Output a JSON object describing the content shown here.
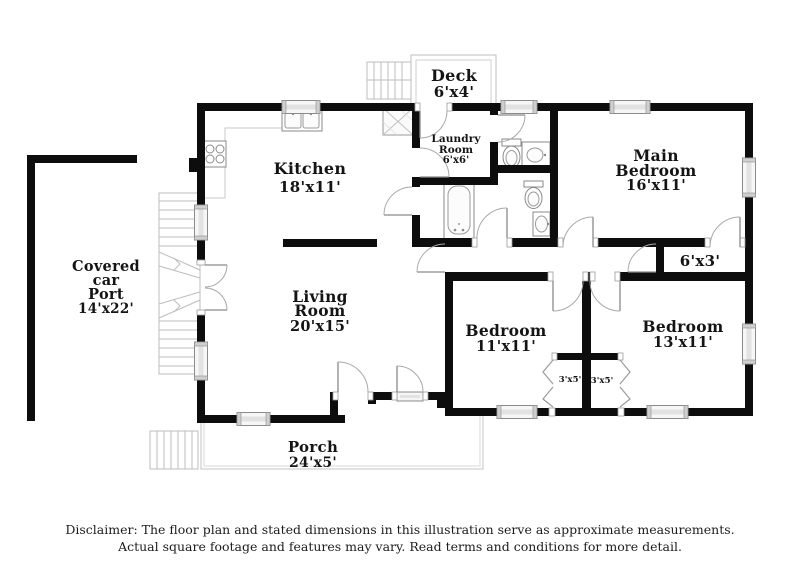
{
  "colors": {
    "background": "#ffffff",
    "wall": "#0d0d0d",
    "fixture_line": "#8a8a8a",
    "outline_gray": "#bdbdbd",
    "text": "#141414"
  },
  "floor_plan": {
    "rooms": [
      {
        "id": "kitchen",
        "lines": [
          "Kitchen",
          "18'x11'"
        ]
      },
      {
        "id": "living-room",
        "lines": [
          "Living",
          "Room",
          "20'x15'"
        ]
      },
      {
        "id": "main-bedroom",
        "lines": [
          "Main",
          "Bedroom",
          "16'x11'"
        ]
      },
      {
        "id": "bedroom-11",
        "lines": [
          "Bedroom",
          "11'x11'"
        ]
      },
      {
        "id": "bedroom-13",
        "lines": [
          "Bedroom",
          "13'x11'"
        ]
      },
      {
        "id": "laundry-room",
        "lines": [
          "Laundry",
          "Room",
          "6'x6'"
        ]
      },
      {
        "id": "deck",
        "lines": [
          "Deck",
          "6'x4'"
        ]
      },
      {
        "id": "porch",
        "lines": [
          "Porch",
          "24'x5'"
        ]
      },
      {
        "id": "covered-car-port",
        "lines": [
          "Covered",
          "car",
          "Port",
          "14'x22'"
        ]
      },
      {
        "id": "closet-6x3",
        "lines": [
          "6'x3'"
        ]
      },
      {
        "id": "closet-left",
        "lines": [
          "3'x5'"
        ]
      },
      {
        "id": "closet-right",
        "lines": [
          "3'x5'"
        ]
      }
    ],
    "fixtures": [
      "stove",
      "kitchen-sink",
      "toilet",
      "bathroom-sink",
      "bathtub",
      "water-heater",
      "stairs",
      "window",
      "door"
    ]
  },
  "disclaimer": {
    "line1": "Disclaimer: The floor plan and stated dimensions in this illustration serve as approximate measurements.",
    "line2": "Actual square footage and features may vary. Read terms and conditions for more detail."
  }
}
